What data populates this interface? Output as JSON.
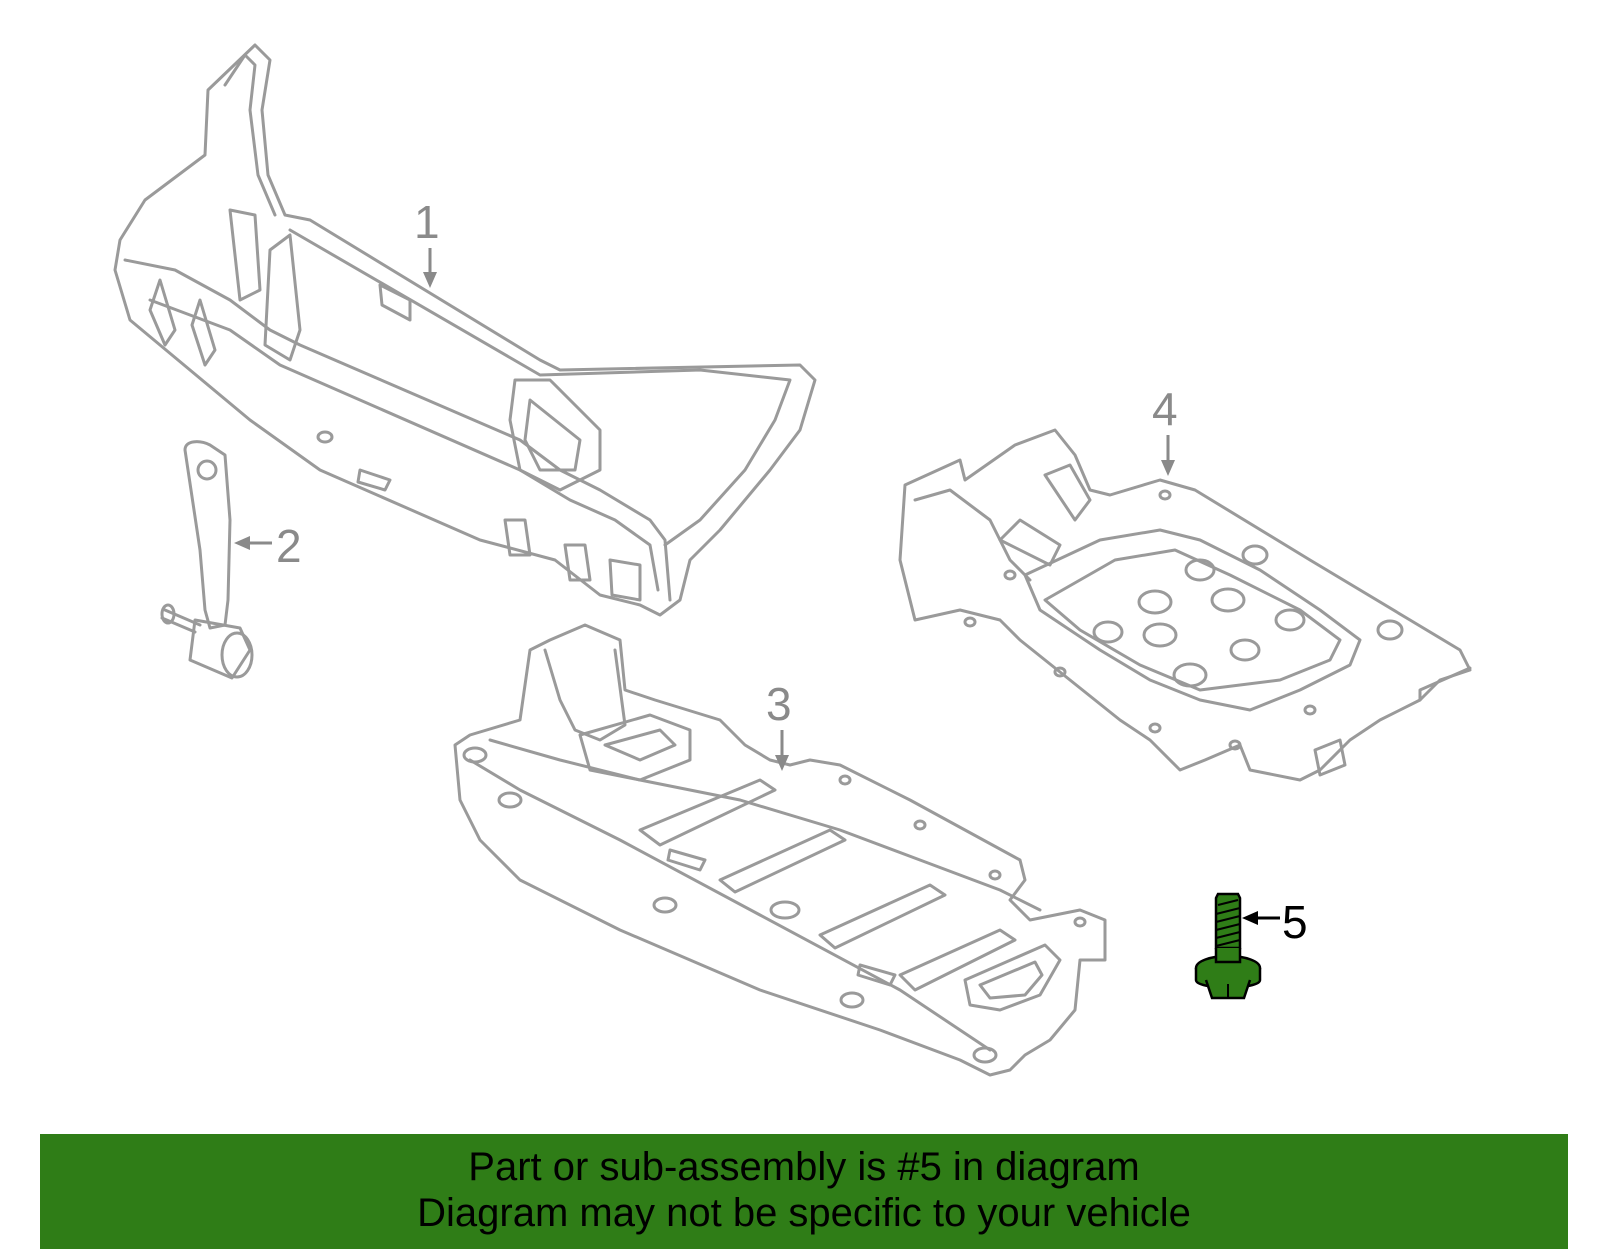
{
  "diagram": {
    "callouts": [
      {
        "id": "1",
        "label": "1"
      },
      {
        "id": "2",
        "label": "2"
      },
      {
        "id": "3",
        "label": "3"
      },
      {
        "id": "4",
        "label": "4"
      },
      {
        "id": "5",
        "label": "5"
      }
    ],
    "highlighted_part": "5",
    "colors": {
      "part_outline": "#9a9a9a",
      "highlight_fill": "#2f7d17",
      "banner_bg": "#2f7d17"
    }
  },
  "banner": {
    "line1": "Part or sub-assembly is #5 in diagram",
    "line2": "Diagram may not be specific to your vehicle"
  }
}
